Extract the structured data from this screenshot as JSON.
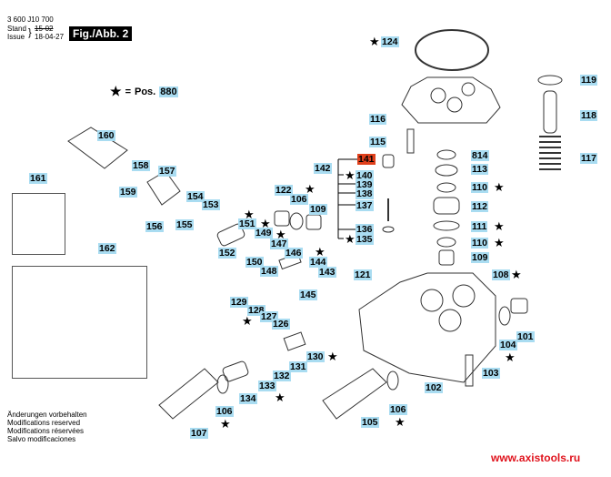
{
  "header": {
    "doc_number": "3 600 J10 700",
    "stand_label": "Stand",
    "stand_value": "15-02",
    "issue_label": "Issue",
    "issue_value": "18-04-27",
    "figure_label": "Fig./Abb. 2"
  },
  "legend": {
    "symbol": "★",
    "equals": "=",
    "pos_label": "Pos.",
    "pos_value": "880"
  },
  "parts": [
    {
      "id": "101",
      "starred": false
    },
    {
      "id": "102",
      "starred": false
    },
    {
      "id": "103",
      "starred": false
    },
    {
      "id": "104",
      "starred": true
    },
    {
      "id": "105",
      "starred": false
    },
    {
      "id": "106",
      "starred": true
    },
    {
      "id": "107",
      "starred": false
    },
    {
      "id": "108",
      "starred": true
    },
    {
      "id": "109",
      "starred": false
    },
    {
      "id": "110",
      "starred": true
    },
    {
      "id": "111",
      "starred": true
    },
    {
      "id": "112",
      "starred": false
    },
    {
      "id": "113",
      "starred": false
    },
    {
      "id": "115",
      "starred": false
    },
    {
      "id": "116",
      "starred": false
    },
    {
      "id": "117",
      "starred": false
    },
    {
      "id": "118",
      "starred": false
    },
    {
      "id": "119",
      "starred": false
    },
    {
      "id": "121",
      "starred": false
    },
    {
      "id": "122",
      "starred": false
    },
    {
      "id": "124",
      "starred": true
    },
    {
      "id": "126",
      "starred": false
    },
    {
      "id": "127",
      "starred": false
    },
    {
      "id": "128",
      "starred": true
    },
    {
      "id": "129",
      "starred": false
    },
    {
      "id": "130",
      "starred": true
    },
    {
      "id": "131",
      "starred": false
    },
    {
      "id": "132",
      "starred": false
    },
    {
      "id": "133",
      "starred": true
    },
    {
      "id": "134",
      "starred": false
    },
    {
      "id": "135",
      "starred": true
    },
    {
      "id": "136",
      "starred": false
    },
    {
      "id": "137",
      "starred": false
    },
    {
      "id": "138",
      "starred": false
    },
    {
      "id": "139",
      "starred": false
    },
    {
      "id": "140",
      "starred": true
    },
    {
      "id": "141",
      "starred": false,
      "highlight": "#e0401c"
    },
    {
      "id": "142",
      "starred": false
    },
    {
      "id": "143",
      "starred": false
    },
    {
      "id": "144",
      "starred": true
    },
    {
      "id": "145",
      "starred": false
    },
    {
      "id": "146",
      "starred": false
    },
    {
      "id": "147",
      "starred": true
    },
    {
      "id": "148",
      "starred": false
    },
    {
      "id": "149",
      "starred": true
    },
    {
      "id": "150",
      "starred": false
    },
    {
      "id": "151",
      "starred": true
    },
    {
      "id": "152",
      "starred": false
    },
    {
      "id": "153",
      "starred": false
    },
    {
      "id": "154",
      "starred": false
    },
    {
      "id": "155",
      "starred": false
    },
    {
      "id": "156",
      "starred": false
    },
    {
      "id": "157",
      "starred": false
    },
    {
      "id": "158",
      "starred": false
    },
    {
      "id": "159",
      "starred": false
    },
    {
      "id": "160",
      "starred": false
    },
    {
      "id": "161",
      "starred": false
    },
    {
      "id": "162",
      "starred": false
    },
    {
      "id": "814",
      "starred": false
    }
  ],
  "colors": {
    "label_bg": "#a9dcf1",
    "highlight_label_bg": "#e0401c",
    "url_color": "#e0131d"
  },
  "notes": [
    "Änderungen vorbehalten",
    "Modifications reserved",
    "Modifications réservées",
    "Salvo modificaciones"
  ],
  "watermark": "www.axistools.ru"
}
